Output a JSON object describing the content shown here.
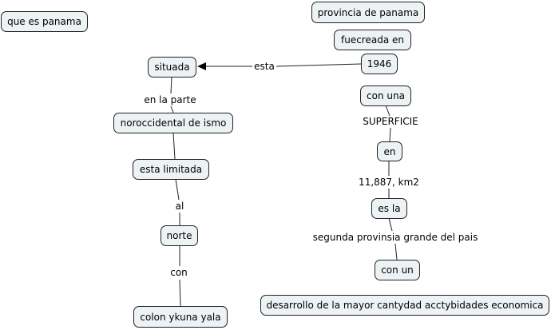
{
  "concepts": {
    "que_es_panama": "que es panama",
    "provincia": "provincia de panama",
    "fuecreada": "fuecreada en",
    "y1946": "1946",
    "situada": "situada",
    "con_una": "con una",
    "noroccidental": "noroccidental de ismo",
    "en": "en",
    "esta_limitada": "esta limitada",
    "es_la": "es la",
    "norte": "norte",
    "con_un": "con un",
    "desarrollo": "desarrollo de la mayor cantydad acctybidades economica",
    "colon": "colon ykuna yala"
  },
  "links": {
    "esta": "esta",
    "en_la_parte": "en la parte",
    "superficie": "SUPERFICIE",
    "area": "11,887, km2",
    "al": "al",
    "segunda": "segunda provinsia grande del pais",
    "con": "con"
  }
}
